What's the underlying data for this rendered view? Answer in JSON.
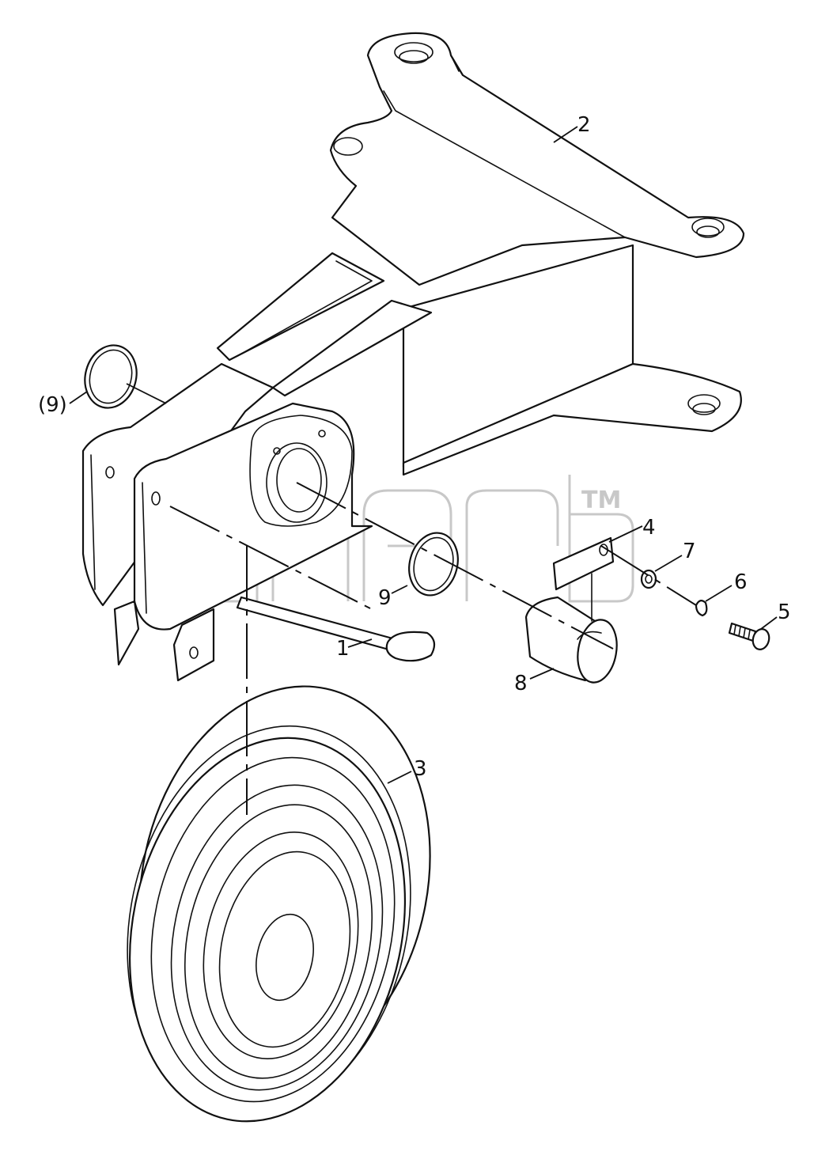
{
  "callouts": {
    "c1": "1",
    "c2": "2",
    "c3": "3",
    "c4": "4",
    "c5": "5",
    "c6": "6",
    "c7": "7",
    "c8": "8",
    "c9": "9",
    "c9_ref": "(9)"
  },
  "watermark": {
    "trademark": "TM"
  },
  "colors": {
    "line": "#111111",
    "watermark": "#c8c8c8",
    "background": "#ffffff"
  }
}
